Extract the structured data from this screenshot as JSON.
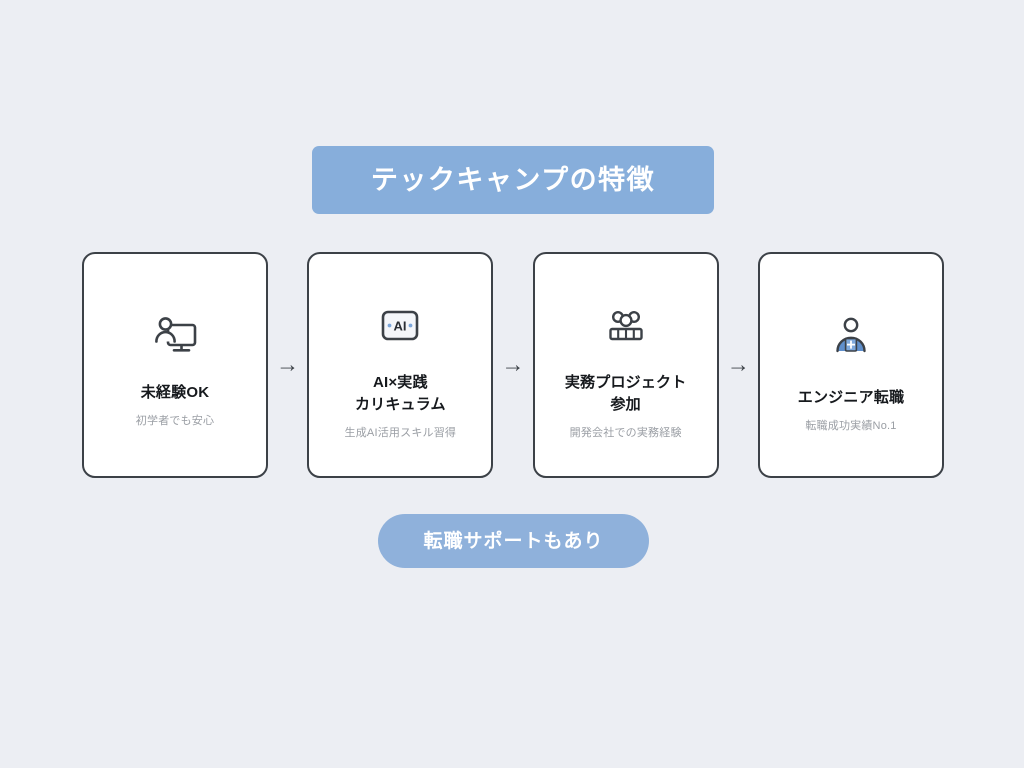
{
  "background_color": "#eceef3",
  "accent_color": "#87aedb",
  "border_color": "#3c4147",
  "title_banner": {
    "text": "テックキャンプの特徴",
    "background_color": "#87aedb",
    "text_color": "#ffffff"
  },
  "steps": [
    {
      "icon": "person-with-monitor-icon",
      "title": "未経験OK",
      "subtitle": "初学者でも安心"
    },
    {
      "icon": "ai-badge-icon",
      "title": "AI×実践\nカリキュラム",
      "subtitle": "生成AI活用スキル習得"
    },
    {
      "icon": "team-group-icon",
      "title": "実務プロジェクト\n参加",
      "subtitle": "開発会社での実務経験"
    },
    {
      "icon": "business-person-icon",
      "title": "エンジニア転職",
      "subtitle": "転職成功実績No.1"
    }
  ],
  "arrows": [
    "→",
    "→",
    "→"
  ],
  "bottom_pill": {
    "text": "転職サポートもあり",
    "background_color": "#8fb1db",
    "text_color": "#ffffff"
  }
}
